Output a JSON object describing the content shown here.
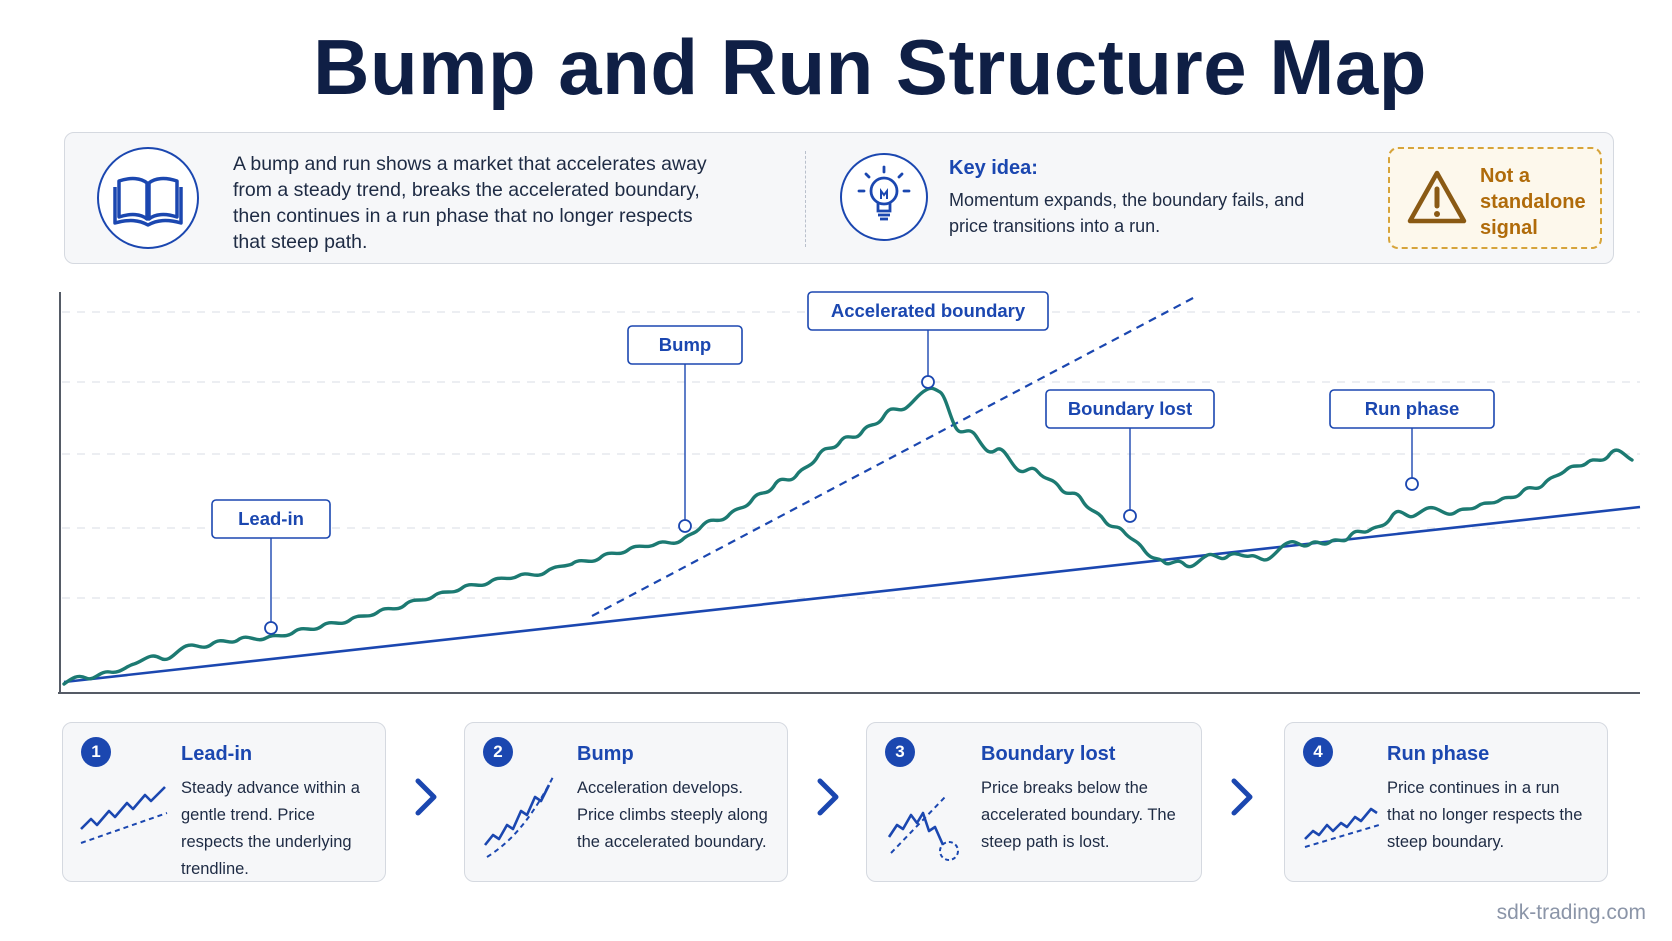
{
  "title": "Bump and Run Structure Map",
  "intro": {
    "text": "A bump and run shows a market that accelerates away from a steady trend, breaks the accelerated boundary, then continues in a run phase that no longer respects that steep path.",
    "icon": "book-icon"
  },
  "key_idea": {
    "title": "Key idea:",
    "text": "Momentum expands, the boundary fails, and price transitions into a run.",
    "icon": "lightbulb-icon"
  },
  "warning": {
    "text": "Not a standalone signal",
    "icon": "warning-triangle-icon",
    "color": "#b06b0a"
  },
  "chart_labels": {
    "lead_in": "Lead-in",
    "bump": "Bump",
    "accelerated_boundary": "Accelerated boundary",
    "boundary_lost": "Boundary lost",
    "run_phase": "Run phase"
  },
  "stages": [
    {
      "number": "1",
      "title": "Lead-in",
      "text": "Steady advance within a gentle trend. Price respects the underlying trendline.",
      "icon": "gentle-trend-icon"
    },
    {
      "number": "2",
      "title": "Bump",
      "text": "Acceleration develops. Price climbs steeply along the accelerated boundary.",
      "icon": "steep-climb-icon"
    },
    {
      "number": "3",
      "title": "Boundary lost",
      "text": "Price breaks below the accelerated boundary. The steep path is lost.",
      "icon": "breakdown-icon"
    },
    {
      "number": "4",
      "title": "Run phase",
      "text": "Price continues in a run that no longer respects the steep boundary.",
      "icon": "run-trend-icon"
    }
  ],
  "colors": {
    "accent": "#1b47b0",
    "price_line": "#1c7a72",
    "title": "#0f1f45",
    "warning_border": "#d7a43a"
  },
  "watermark": "sdk-trading.com"
}
